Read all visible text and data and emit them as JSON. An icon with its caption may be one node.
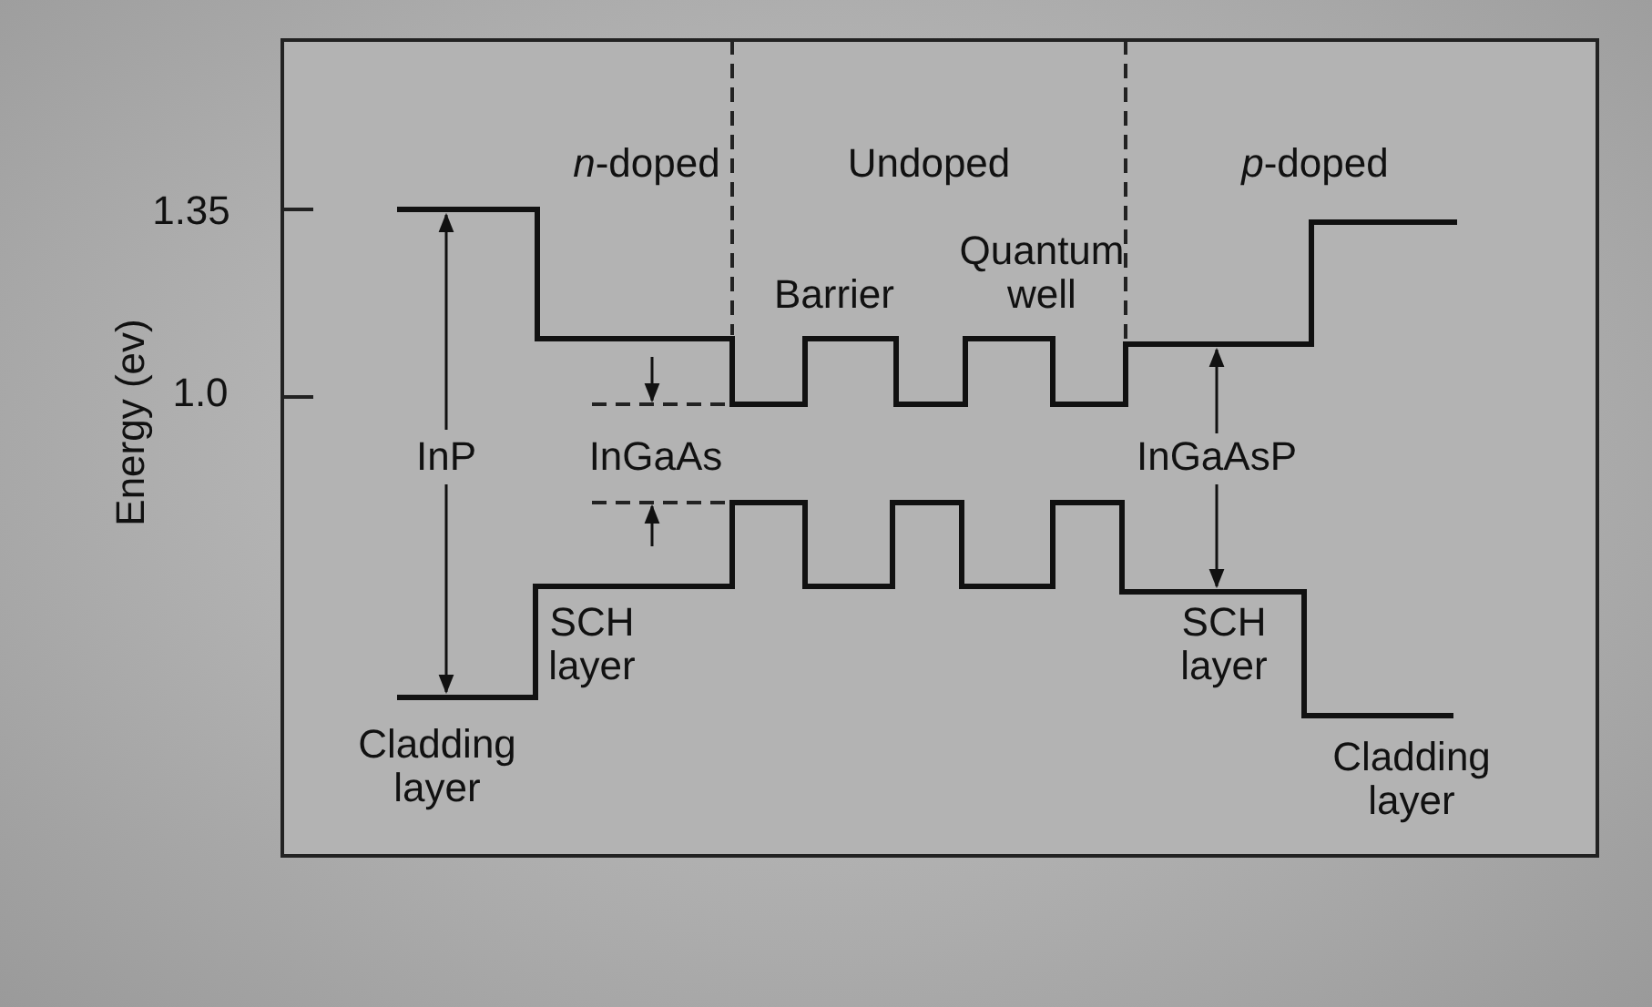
{
  "diagram": {
    "labels": [
      "*n*-doped",
      "Undoped",
      "*p*-doped",
      "1.35",
      "Barrier",
      "Quantum well",
      "1.0",
      "Energy (ev)",
      "InP",
      "InGaAs",
      "InGaAsP",
      "SCH layer",
      "SCH layer",
      "Cladding layer",
      "Cladding layer"
    ]
  }
}
